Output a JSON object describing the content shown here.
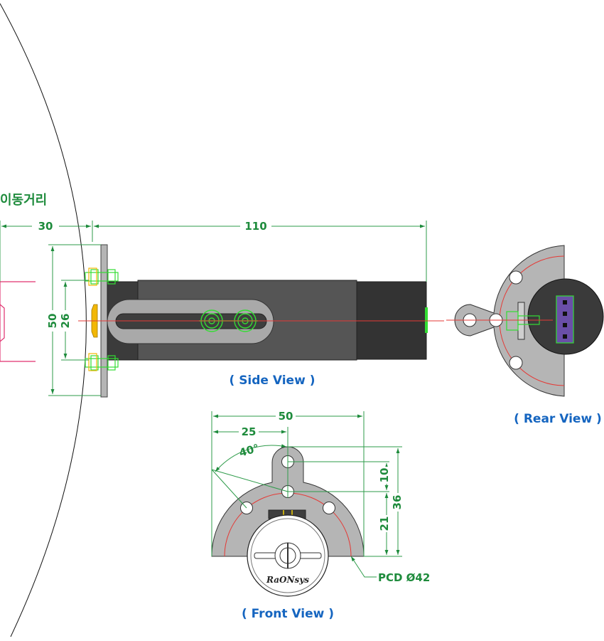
{
  "labels": {
    "travel_distance": "이동거리",
    "side_view": "( Side View )",
    "rear_view": "( Rear View )",
    "front_view": "( Front View )",
    "brand": "RaONsys"
  },
  "dimensions": {
    "travel": "30",
    "body_length": "110",
    "flange_height": "50",
    "slot_spacing": "26",
    "front_width": "50",
    "front_half_width": "25",
    "hole_angle": "40°",
    "top_hole_offset": "10",
    "center_height": "21",
    "total_height": "36",
    "pcd": "PCD Ø42"
  },
  "colors": {
    "dimension": "#1e8b3c",
    "caption": "#1565c0",
    "centerline": "#e53935",
    "highlight": "#33dd33"
  }
}
